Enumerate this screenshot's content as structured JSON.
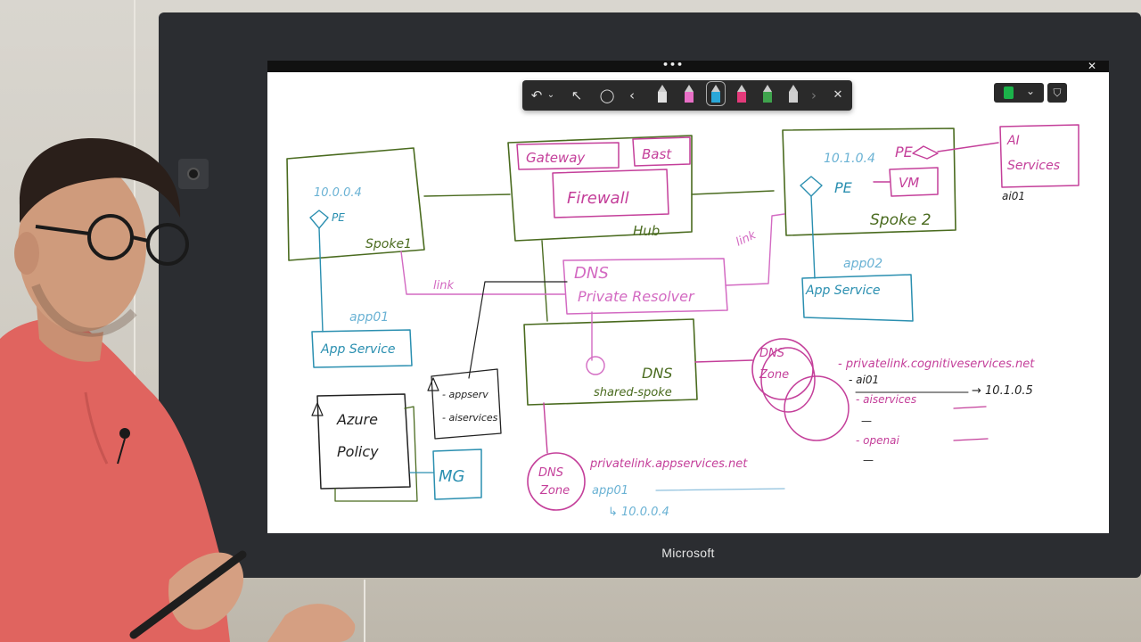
{
  "titlebar": {
    "dots": "•••",
    "close": "✕"
  },
  "toolbar": {
    "undo": "↶",
    "redo_dropdown": "⌄",
    "select": "↖",
    "lasso": "◯",
    "prev": "‹",
    "next": "›",
    "close": "✕"
  },
  "pen_colors": {
    "white": "#e0e0e0",
    "pink": "#e86fc6",
    "blue": "#2aa7d8",
    "red": "#e33a7a",
    "green": "#3fa34d",
    "gray": "#cfcfcf"
  },
  "brand": "Microsoft",
  "whiteboard": {
    "hub": {
      "gateway": "Gateway",
      "bast": "Bast",
      "firewall": "Firewall",
      "label": "Hub"
    },
    "spoke1": {
      "ip": "10.0.0.4",
      "pe": "PE",
      "label": "Spoke1"
    },
    "spoke2": {
      "ip": "10.1.0.4",
      "pe_top": "PE",
      "pe": "PE",
      "vm": "VM",
      "label": "Spoke 2"
    },
    "ai_services": {
      "line1": "AI",
      "line2": "Services",
      "sub": "ai01"
    },
    "dns_resolver": {
      "line1": "DNS",
      "line2": "Private Resolver"
    },
    "link_left": "link",
    "link_right": "link",
    "app1": {
      "label": "app01",
      "box": "App Service"
    },
    "app2": {
      "label": "app02",
      "box": "App Service"
    },
    "policy_list": {
      "item1": "- appserv",
      "item2": "- aiservices"
    },
    "azure_policy": {
      "line1": "Azure",
      "line2": "Policy"
    },
    "mg": "MG",
    "shared_spoke": {
      "line1": "DNS",
      "line2": "shared-spoke"
    },
    "dns_zone_left": {
      "line1": "DNS",
      "line2": "Zone"
    },
    "dns_zone_right": {
      "line1": "DNS",
      "line2": "Zone"
    },
    "zone_left_records": {
      "domain": "privatelink.appservices.net",
      "rec": "app01",
      "ip": "↳ 10.0.0.4"
    },
    "zone_right_records": {
      "domain": "- privatelink.cognitiveservices.net",
      "rec": "- ai01",
      "arrow_ip": "→ 10.1.0.5",
      "r2": "- aiservices",
      "r3": "—",
      "r4": "- openai",
      "r5": "—"
    }
  }
}
